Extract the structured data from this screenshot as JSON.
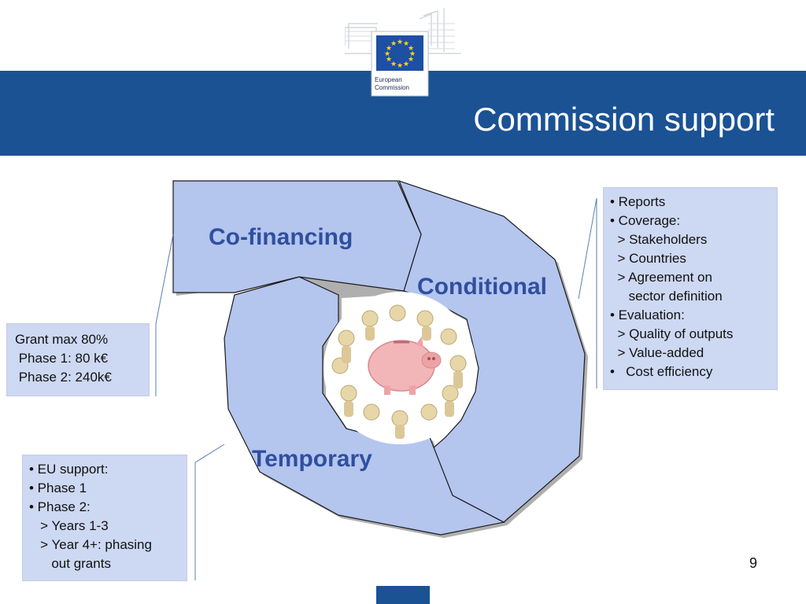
{
  "brand": {
    "logo_line1": "European",
    "logo_line2": "Commission",
    "primary_color": "#1a5294",
    "accent_color": "#2f4f9f",
    "box_color": "#cdd8f2"
  },
  "slide": {
    "title": "Commission support",
    "page_number": "9"
  },
  "cycle": {
    "segments": {
      "cofinancing": "Co-financing",
      "conditional": "Conditional",
      "temporary": "Temporary"
    },
    "center_image": "piggy-bank-circle-of-people-image"
  },
  "boxes": {
    "grant": {
      "lines": [
        "Grant max 80%",
        " Phase 1: 80 k€",
        " Phase 2: 240k€"
      ]
    },
    "conditional_details": {
      "lines": [
        "• Reports",
        "• Coverage:",
        "  > Stakeholders",
        "  > Countries",
        "  > Agreement on",
        "     sector definition",
        "• Evaluation:",
        "  > Quality of outputs",
        "  > Value-added",
        "•   Cost efficiency"
      ]
    },
    "temporary_details": {
      "lines": [
        "• EU support:",
        "• Phase 1",
        "• Phase 2:",
        "   > Years 1-3",
        "   > Year 4+: phasing",
        "      out grants"
      ]
    }
  }
}
